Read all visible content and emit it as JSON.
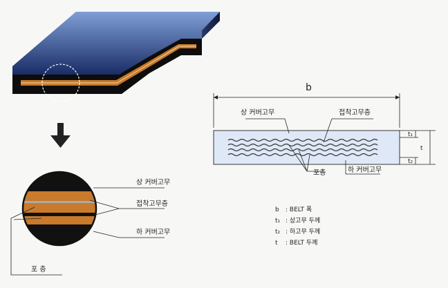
{
  "top_view": {
    "description_icon": "belt-cross-section-3d"
  },
  "circle_view": {
    "labels": {
      "upper_cover": "상 커버고무",
      "adhesive": "접착고무층",
      "lower_cover": "하 커버고무",
      "ply": "포  층"
    }
  },
  "section_view": {
    "width_label": "b",
    "thickness_label": "t",
    "t1_label": "t₁",
    "t2_label": "t₂",
    "labels": {
      "upper_cover": "상 커버고무",
      "adhesive": "접착고무층",
      "ply": "포층",
      "lower_cover": "하 커버고무"
    }
  },
  "legend": [
    {
      "symbol": "b",
      "text": ": BELT 폭"
    },
    {
      "symbol": "t₁",
      "text": ": 상고무 두께"
    },
    {
      "symbol": "t₂",
      "text": ": 하고무 두께"
    },
    {
      "symbol": "t",
      "text": ": BELT 두께"
    }
  ],
  "colors": {
    "belt_blue_top": "#6b8fc9",
    "belt_blue_bottom": "#1c2f6b",
    "rubber_black": "#111111",
    "ply_orange": "#c97a2a",
    "section_fill": "#dfe8f7"
  }
}
